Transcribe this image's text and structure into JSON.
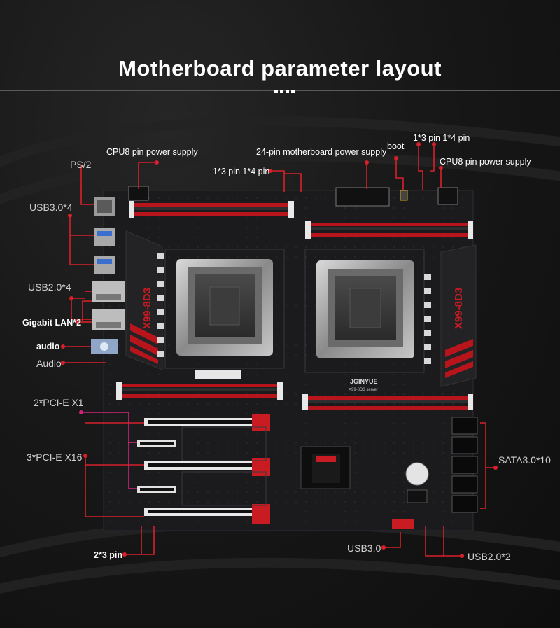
{
  "header": {
    "title": "Motherboard parameter layout"
  },
  "board": {
    "model_label": "X99-8D3",
    "brand": "JGINYUE",
    "subtitle": "X99-8D3 server"
  },
  "labels": {
    "ps2": "PS/2",
    "cpu8_left": "CPU8 pin power supply",
    "pin24": "24-pin motherboard power supply",
    "boot": "boot",
    "pin13_14_top": "1*3 pin 1*4 pin",
    "cpu8_right": "CPU8 pin power supply",
    "pin13_14_mid": "1*3 pin 1*4 pin",
    "usb30x4": "USB3.0*4",
    "usb20x4": "USB2.0*4",
    "gigabit_lan": "Gigabit LAN*2",
    "audio_jack": "audio",
    "audio_header": "Audio",
    "pcie_x1": "2*PCI-E X1",
    "pcie_x16": "3*PCI-E X16",
    "sata": "SATA3.0*10",
    "pin23": "2*3 pin",
    "usb30": "USB3.0",
    "usb20x2": "USB2.0*2"
  },
  "colors": {
    "callout": "#d8202a",
    "pcie_x1": "#d0247a",
    "dimm_red": "#c4141c",
    "pcb": "#1b1b1d"
  }
}
